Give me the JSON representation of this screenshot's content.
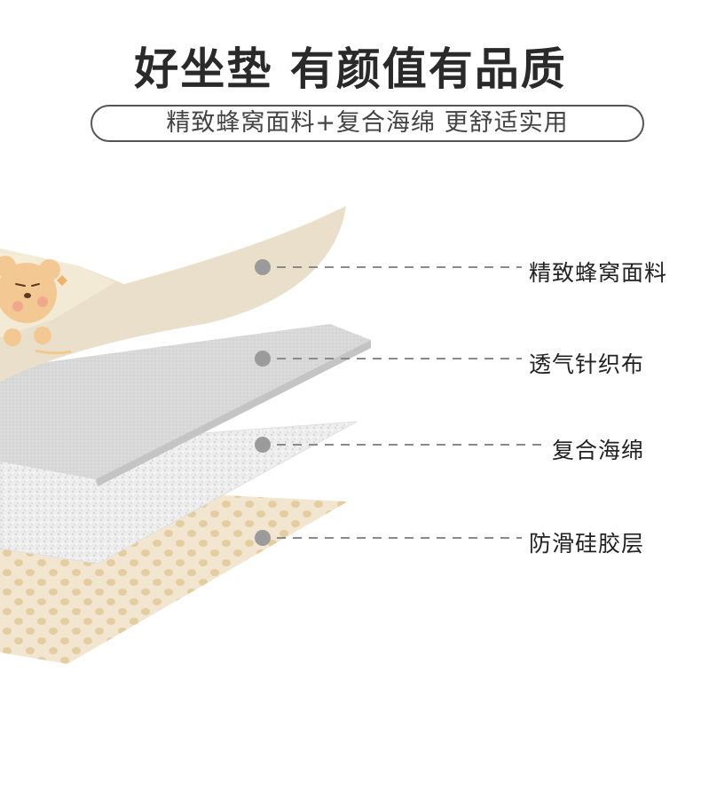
{
  "header": {
    "title": "好坐垫 有颜值有品质",
    "subtitle": "精致蜂窝面料+复合海绵 更舒适实用"
  },
  "layers": [
    {
      "label": "精致蜂窝面料"
    },
    {
      "label": "透气针织布"
    },
    {
      "label": "复合海绵"
    },
    {
      "label": "防滑硅胶层"
    }
  ],
  "colors": {
    "fabric": "#e9dfcd",
    "knit": "#d9d9d9",
    "sponge": "#ededed",
    "silicone": "#eee1c8",
    "dot": "#9b9b9b",
    "leader_line": "#8a8a8a"
  }
}
